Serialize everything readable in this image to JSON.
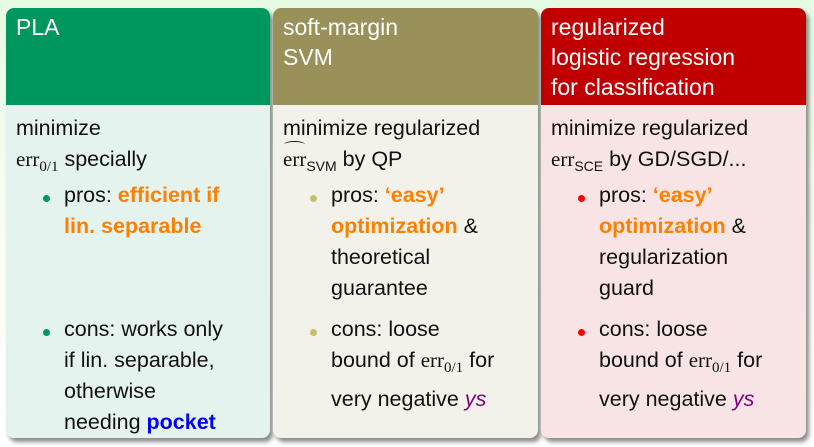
{
  "columns": [
    {
      "title_lines": [
        "PLA"
      ],
      "header_color": "#00975f",
      "body_color": "#e5f3ee",
      "bullet_color": "#00975f",
      "line1": "minimize",
      "line2_math": "err",
      "line2_sub": "0/1",
      "line2_rest": "specially",
      "pros_label": "pros:",
      "pros_lines": [
        "efficient if",
        "lin. separable"
      ],
      "cons_lines": [
        "cons: works only",
        "if lin. separable,",
        "otherwise",
        "needing"
      ],
      "cons_highlight": "pocket"
    },
    {
      "title_lines": [
        "soft-margin",
        "SVM"
      ],
      "header_color": "#9a915a",
      "body_color": "#f3f2ea",
      "bullet_color": "#c6bd6e",
      "line1": "minimize regularized",
      "line2_math": "err",
      "line2_sub": "SVM",
      "line2_rest": "by QP",
      "pros_label": "pros:",
      "pros_lines": [
        "‘easy’",
        "optimization",
        "&",
        "theoretical",
        "guarantee"
      ],
      "cons_lines": [
        "cons: loose",
        "bound of",
        "for",
        "very negative"
      ],
      "cons_math": "err",
      "cons_sub": "0/1",
      "cons_highlight": "ys"
    },
    {
      "title_lines": [
        "regularized",
        "logistic regression",
        "for classification"
      ],
      "header_color": "#c00000",
      "body_color": "#f8e4e4",
      "bullet_color": "#ff0000",
      "line1": "minimize regularized",
      "line2_math": "err",
      "line2_sub": "SCE",
      "line2_rest": "by GD/SGD/...",
      "pros_label": "pros:",
      "pros_lines": [
        "‘easy’",
        "optimization",
        "&",
        "regularization",
        "guard"
      ],
      "cons_lines": [
        "cons: loose",
        "bound of",
        "for",
        "very negative"
      ],
      "cons_math": "err",
      "cons_sub": "0/1",
      "cons_highlight": "ys"
    }
  ]
}
